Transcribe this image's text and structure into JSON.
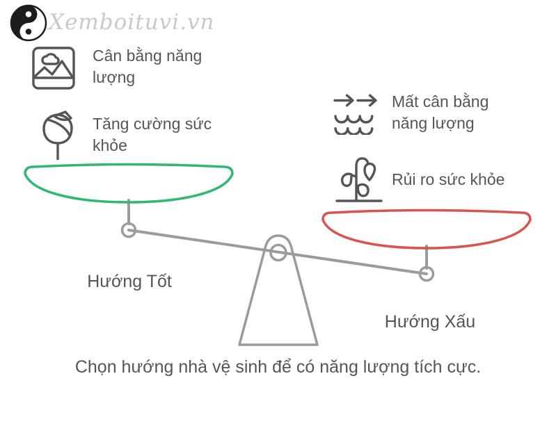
{
  "logo": {
    "site": "Xemboituvi.vn"
  },
  "benefits": {
    "left": [
      {
        "icon": "picture-icon",
        "label": "Cân bằng năng lượng"
      },
      {
        "icon": "rose-icon",
        "label": "Tăng cường sức khỏe"
      }
    ],
    "right": [
      {
        "icon": "energy-flow-icon",
        "label": "Mất cân bằng năng lượng"
      },
      {
        "icon": "wilted-flower-icon",
        "label": "Rủi ro sức khỏe"
      }
    ]
  },
  "scale": {
    "left_label": "Hướng Tốt",
    "right_label": "Hướng Xấu",
    "good_color": "#2eb872",
    "good_fill": "#ddf8ea",
    "bad_color": "#d9534f",
    "bad_fill": "#fdeceb",
    "frame_color": "#9b9b9b",
    "frame_fill": "#f2f2f2",
    "hole_fill": "#fafafa"
  },
  "theme": {
    "text_color": "#555555",
    "icon_color": "#555555",
    "logo_text_color": "#c9c9c9"
  },
  "caption": "Chọn hướng nhà vệ sinh để có năng lượng tích cực."
}
